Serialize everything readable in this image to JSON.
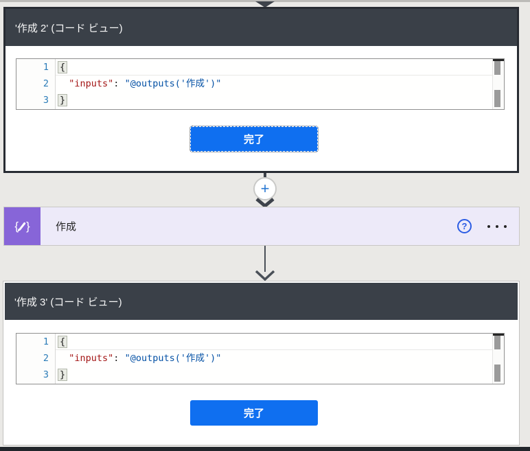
{
  "colors": {
    "accent_blue": "#0f6ff0",
    "header_dark": "#3a4048",
    "compose_purple": "#8765d8",
    "action_bg_lavender": "#edeaf9",
    "json_key_red": "#a31515",
    "json_value_blue": "#0451a5",
    "line_number_blue": "#2b7cb8",
    "connector_dark": "#3e434b"
  },
  "cards": [
    {
      "title": "'作成 2' (コード ビュー)",
      "done_label": "完了"
    },
    {
      "title": "'作成 3' (コード ビュー)",
      "done_label": "完了"
    }
  ],
  "code": {
    "line_numbers": [
      "1",
      "2",
      "3"
    ],
    "line1_brace": "{",
    "line2_indent": "  ",
    "line2_key": "\"inputs\"",
    "line2_separator": ": ",
    "line2_value": "\"@outputs('作成')\"",
    "line3_brace": "}"
  },
  "action": {
    "label": "作成",
    "help_icon": "?",
    "icon_brace_left": "{",
    "icon_brace_right": "}"
  },
  "connector": {
    "plus_icon": "+"
  }
}
